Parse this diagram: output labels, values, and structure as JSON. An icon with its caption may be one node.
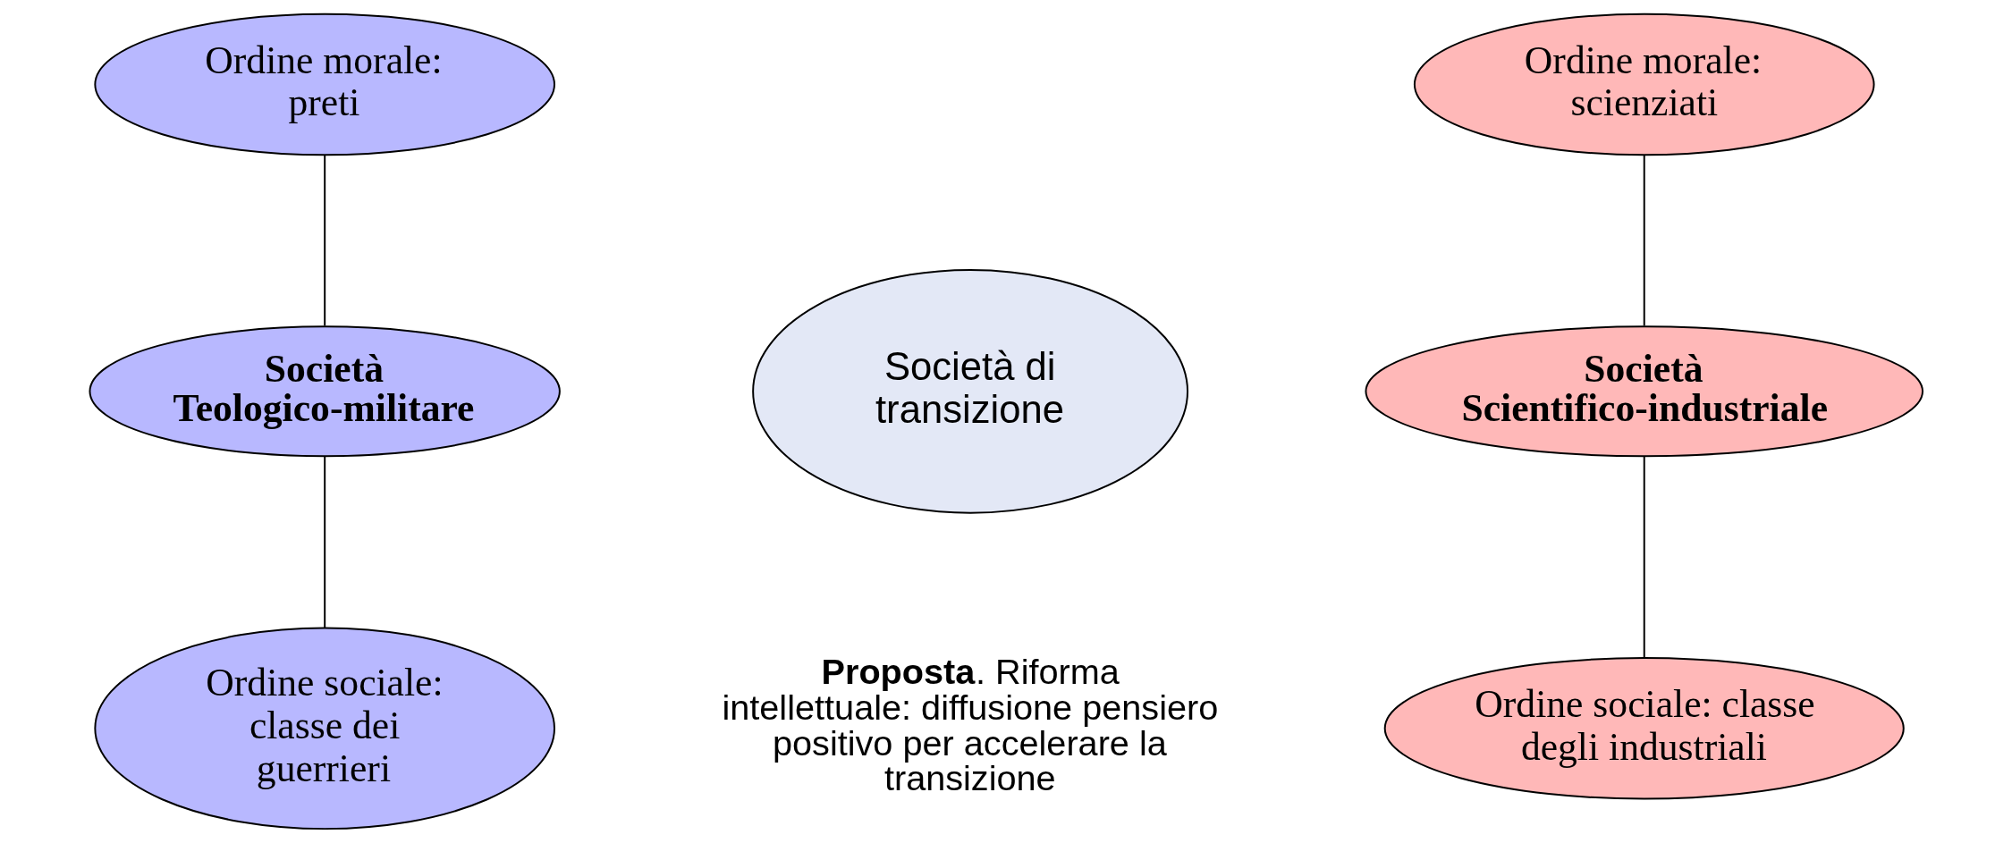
{
  "diagram": {
    "nodes": [
      {
        "text": [
          "Ordine morale: preti"
        ]
      },
      {
        "text": [
          "Società Teologico-militare"
        ]
      },
      {
        "text": [
          "Ordine sociale: classe dei guerrieri"
        ]
      },
      {
        "text": [
          "Società di transizione"
        ]
      },
      {
        "text": [
          "Ordine morale: scienziati"
        ]
      },
      {
        "text": [
          "Società Scientifico-industriale"
        ]
      },
      {
        "text": [
          "Ordine sociale: classe degli industriali"
        ]
      }
    ],
    "edges": [
      {
        "from": 0,
        "to": 1,
        "arrow": "none"
      },
      {
        "from": 1,
        "to": 2,
        "arrow": "none"
      },
      {
        "from": 4,
        "to": 5,
        "arrow": "none"
      },
      {
        "from": 5,
        "to": 6,
        "arrow": "none"
      }
    ],
    "labels": [
      "**Proposta**. Riforma intellettuale: diffusione pensiero positivo per accelerare la transizione"
    ]
  }
}
